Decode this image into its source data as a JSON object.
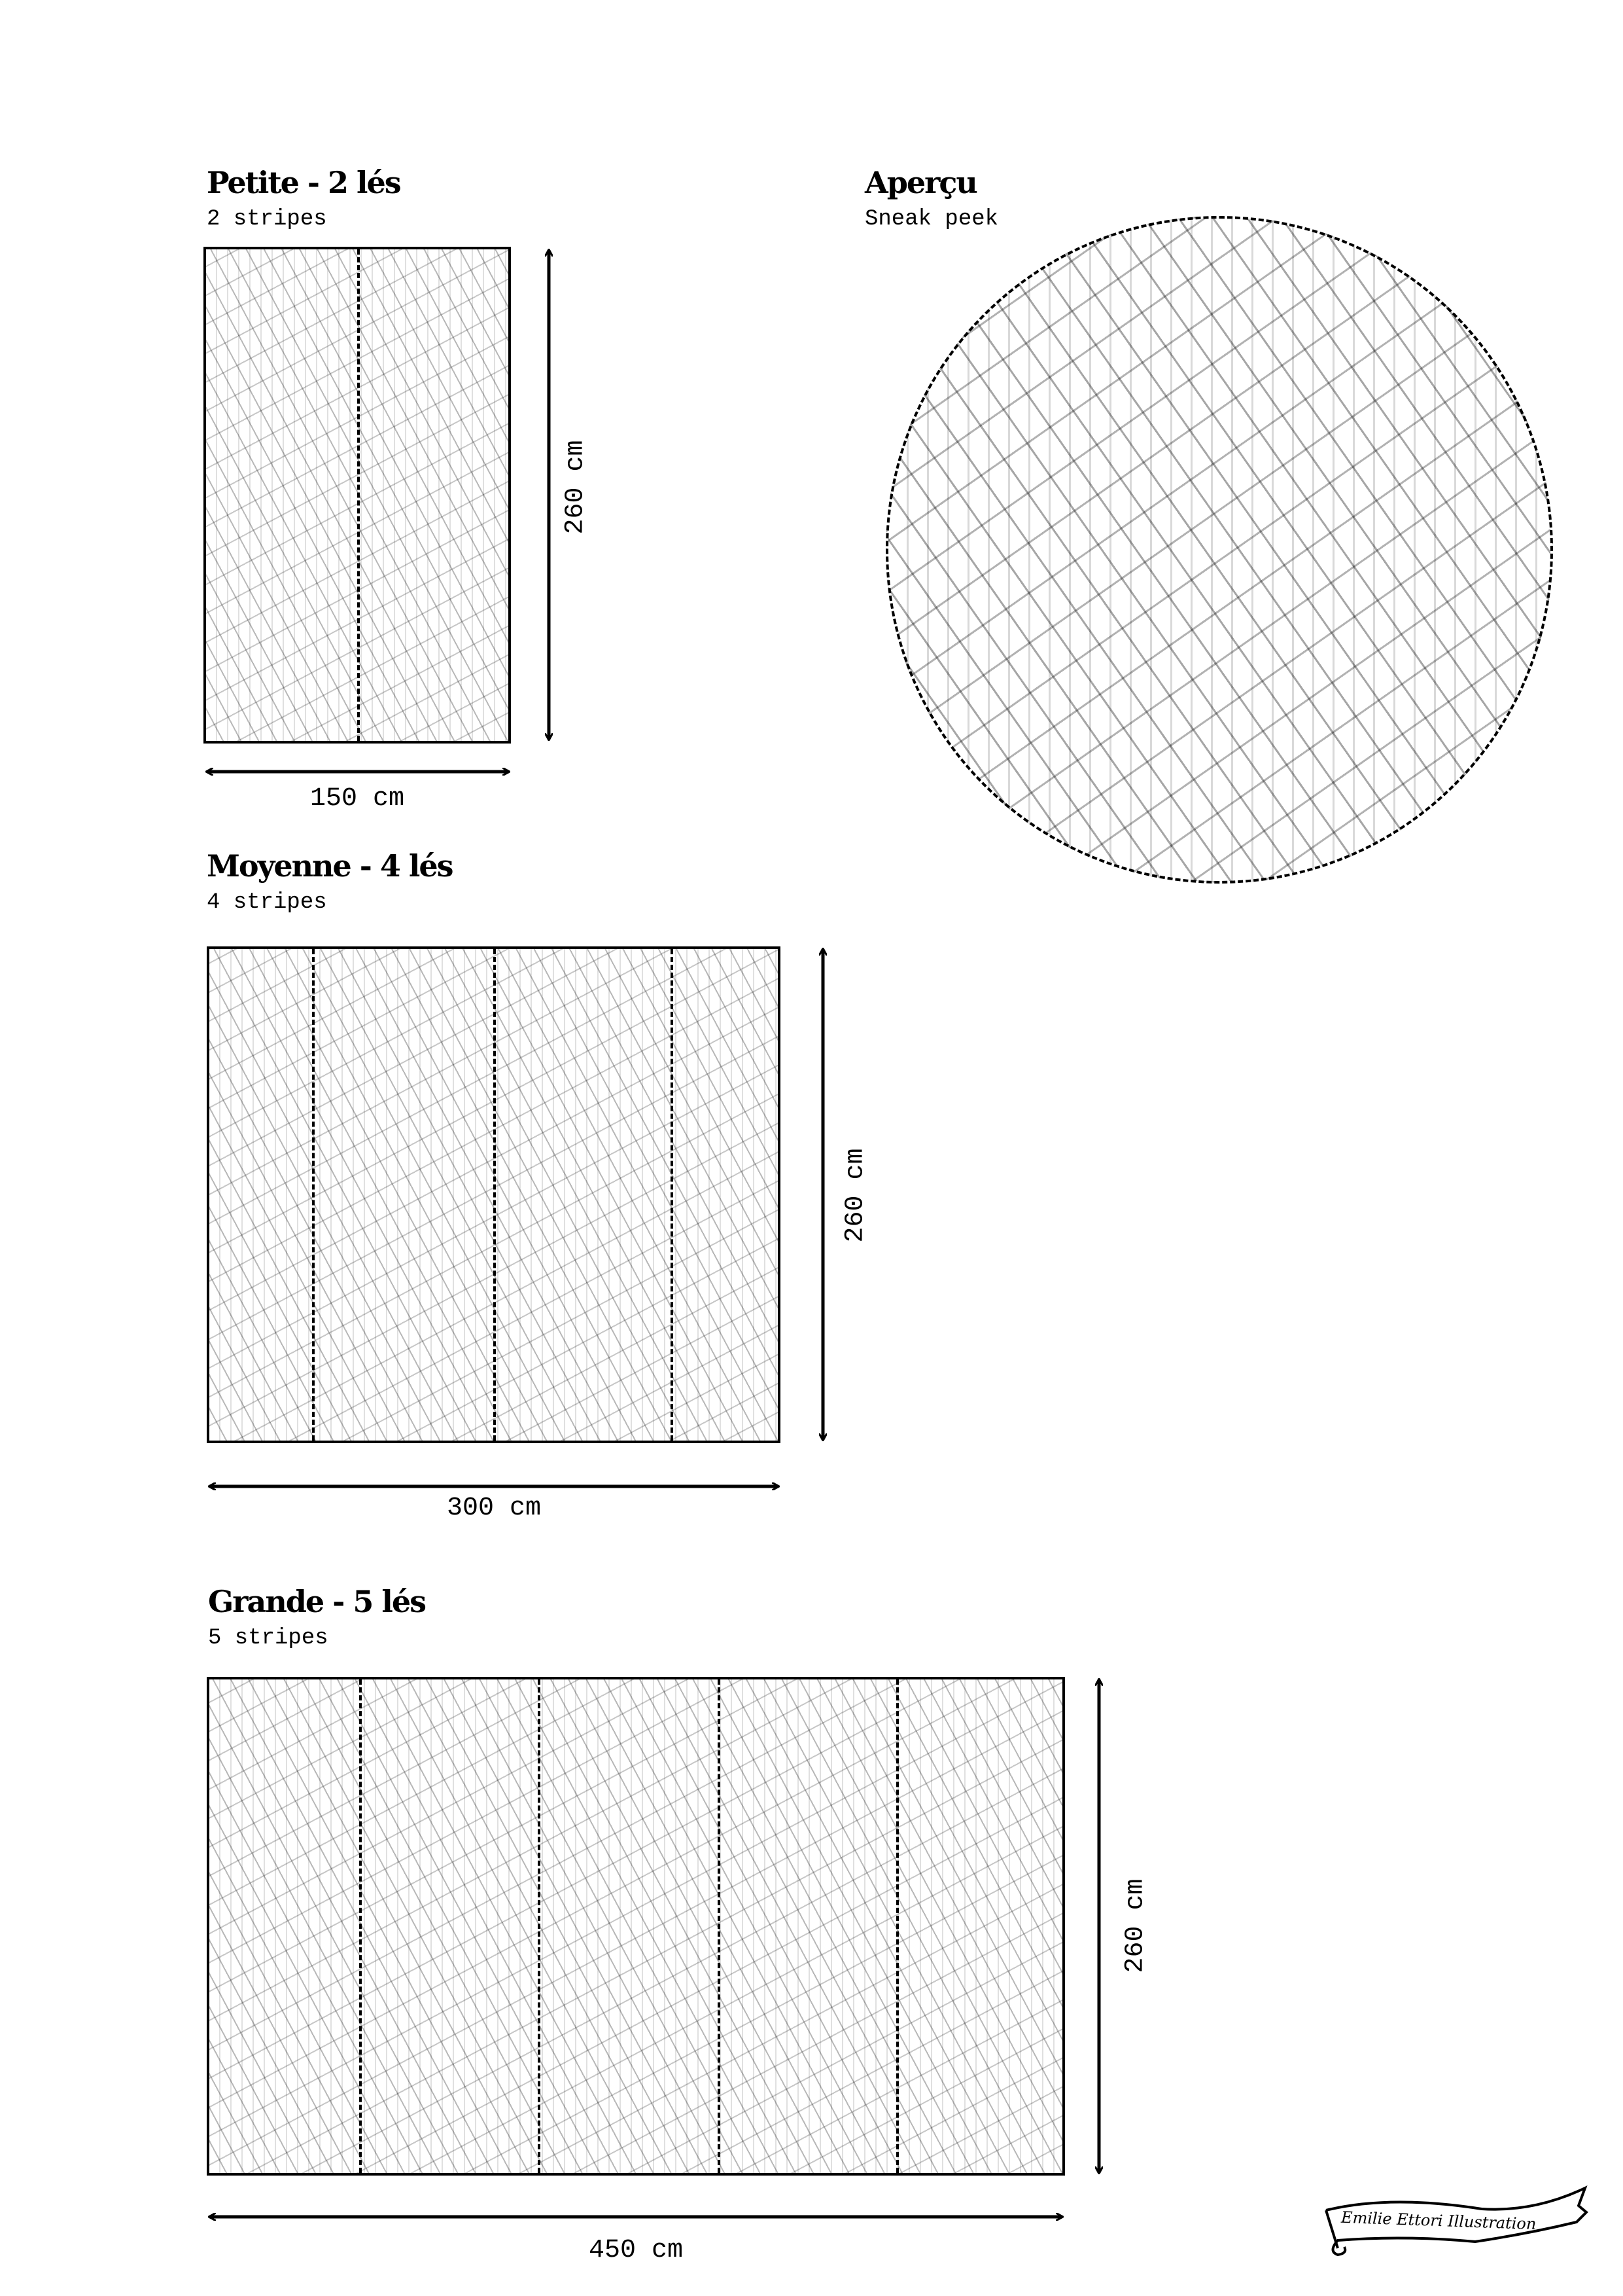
{
  "small": {
    "title": "Petite - 2 lés",
    "subtitle": "2 stripes",
    "width_label": "150 cm",
    "height_label": "260 cm",
    "stripes": 2
  },
  "preview": {
    "title": "Aperçu",
    "subtitle": "Sneak peek"
  },
  "medium": {
    "title": "Moyenne - 4 lés",
    "subtitle": "4 stripes",
    "width_label": "300 cm",
    "height_label": "260 cm",
    "stripes": 4
  },
  "large": {
    "title": "Grande - 5 lés",
    "subtitle": "5 stripes",
    "width_label": "450 cm",
    "height_label": "260 cm",
    "stripes": 5
  },
  "signature": "Emilie Ettori Illustration"
}
